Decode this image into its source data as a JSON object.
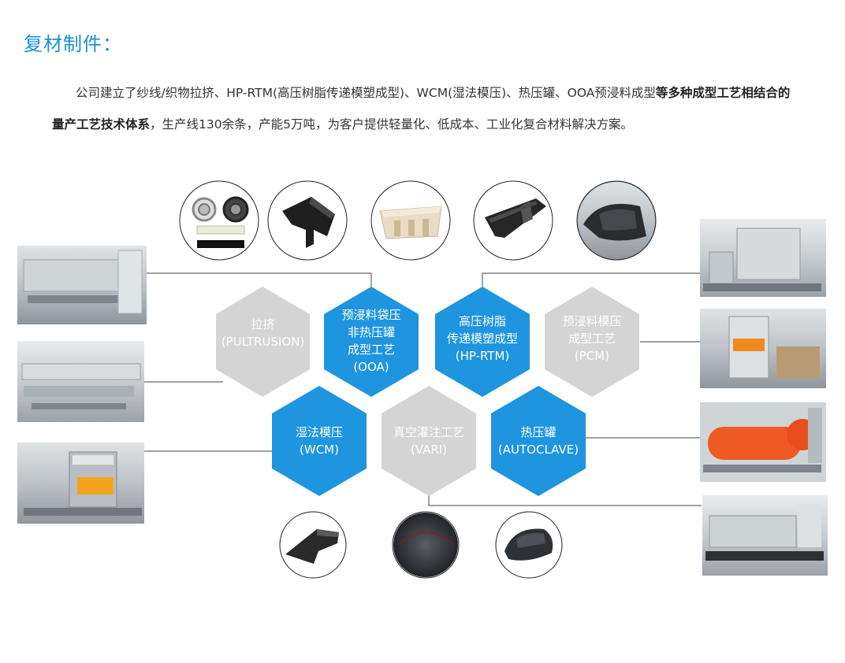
{
  "page": {
    "title": "复材制件：",
    "intro": {
      "part1": "公司建立了纱线/织物拉挤、HP-RTM(高压树脂传递模塑成型)、WCM(湿法模压)、热压罐、OOA预浸料成型",
      "bold": "等多种成型工艺相结合的量产工艺技术体系",
      "part2": "，生产线130余条，产能5万吨，为客户提供轻量化、低成本、工业化复合材料解决方案。"
    }
  },
  "processes": [
    {
      "id": "pultrusion",
      "lines": [
        "拉挤",
        "(PULTRUSION)"
      ],
      "color": "gray"
    },
    {
      "id": "ooa",
      "lines": [
        "预浸料袋压",
        "非热压罐",
        "成型工艺",
        "(OOA)"
      ],
      "color": "blue"
    },
    {
      "id": "hprtm",
      "lines": [
        "高压树脂",
        "传递模塑成型",
        "(HP-RTM)"
      ],
      "color": "blue"
    },
    {
      "id": "pcm",
      "lines": [
        "预浸料模压",
        "成型工艺",
        "(PCM)"
      ],
      "color": "gray"
    },
    {
      "id": "wcm",
      "lines": [
        "湿法模压",
        "(WCM)"
      ],
      "color": "blue"
    },
    {
      "id": "vari",
      "lines": [
        "真空灌注工艺",
        "(VARI)"
      ],
      "color": "gray"
    },
    {
      "id": "autoclave",
      "lines": [
        "热压罐",
        "(AUTOCLAVE)"
      ],
      "color": "blue"
    }
  ],
  "colors": {
    "accent": "#1a90d8",
    "hex_blue": "#1e95de",
    "hex_gray": "#d4d4d4",
    "line": "#444444"
  }
}
